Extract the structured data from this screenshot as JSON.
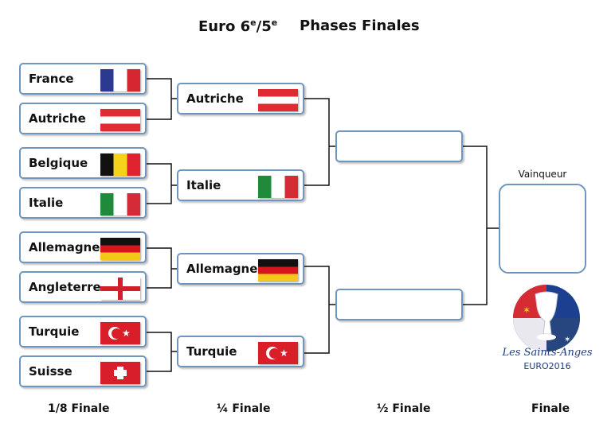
{
  "title": {
    "part1_main": "Euro 6",
    "part1_sup1": "e",
    "part1_sep": "/5",
    "part1_sup2": "e",
    "part2": "Phases Finales"
  },
  "round_of_16": [
    {
      "team": "France",
      "flag": "france-flag"
    },
    {
      "team": "Autriche",
      "flag": "austria-flag"
    },
    {
      "team": "Belgique",
      "flag": "belgium-flag"
    },
    {
      "team": "Italie",
      "flag": "italy-flag"
    },
    {
      "team": "Allemagne",
      "flag": "germany-flag"
    },
    {
      "team": "Angleterre",
      "flag": "england-flag"
    },
    {
      "team": "Turquie",
      "flag": "turkey-flag"
    },
    {
      "team": "Suisse",
      "flag": "switzerland-flag"
    }
  ],
  "quarter_finals": [
    {
      "team": "Autriche",
      "flag": "austria-flag"
    },
    {
      "team": "Italie",
      "flag": "italy-flag"
    },
    {
      "team": "Allemagne",
      "flag": "germany-flag"
    },
    {
      "team": "Turquie",
      "flag": "turkey-flag"
    }
  ],
  "semi_finals": [
    "",
    ""
  ],
  "final": {
    "winner_label": "Vainqueur",
    "winner": ""
  },
  "rounds": {
    "r16": "1/8  Finale",
    "qf": "¼ Finale",
    "sf": "½  Finale",
    "f": "Finale"
  },
  "logo": {
    "line1": "Les Saints-Anges",
    "line2": "EURO2016"
  },
  "colors": {
    "box_border": "#6f96be",
    "line": "#111111"
  }
}
